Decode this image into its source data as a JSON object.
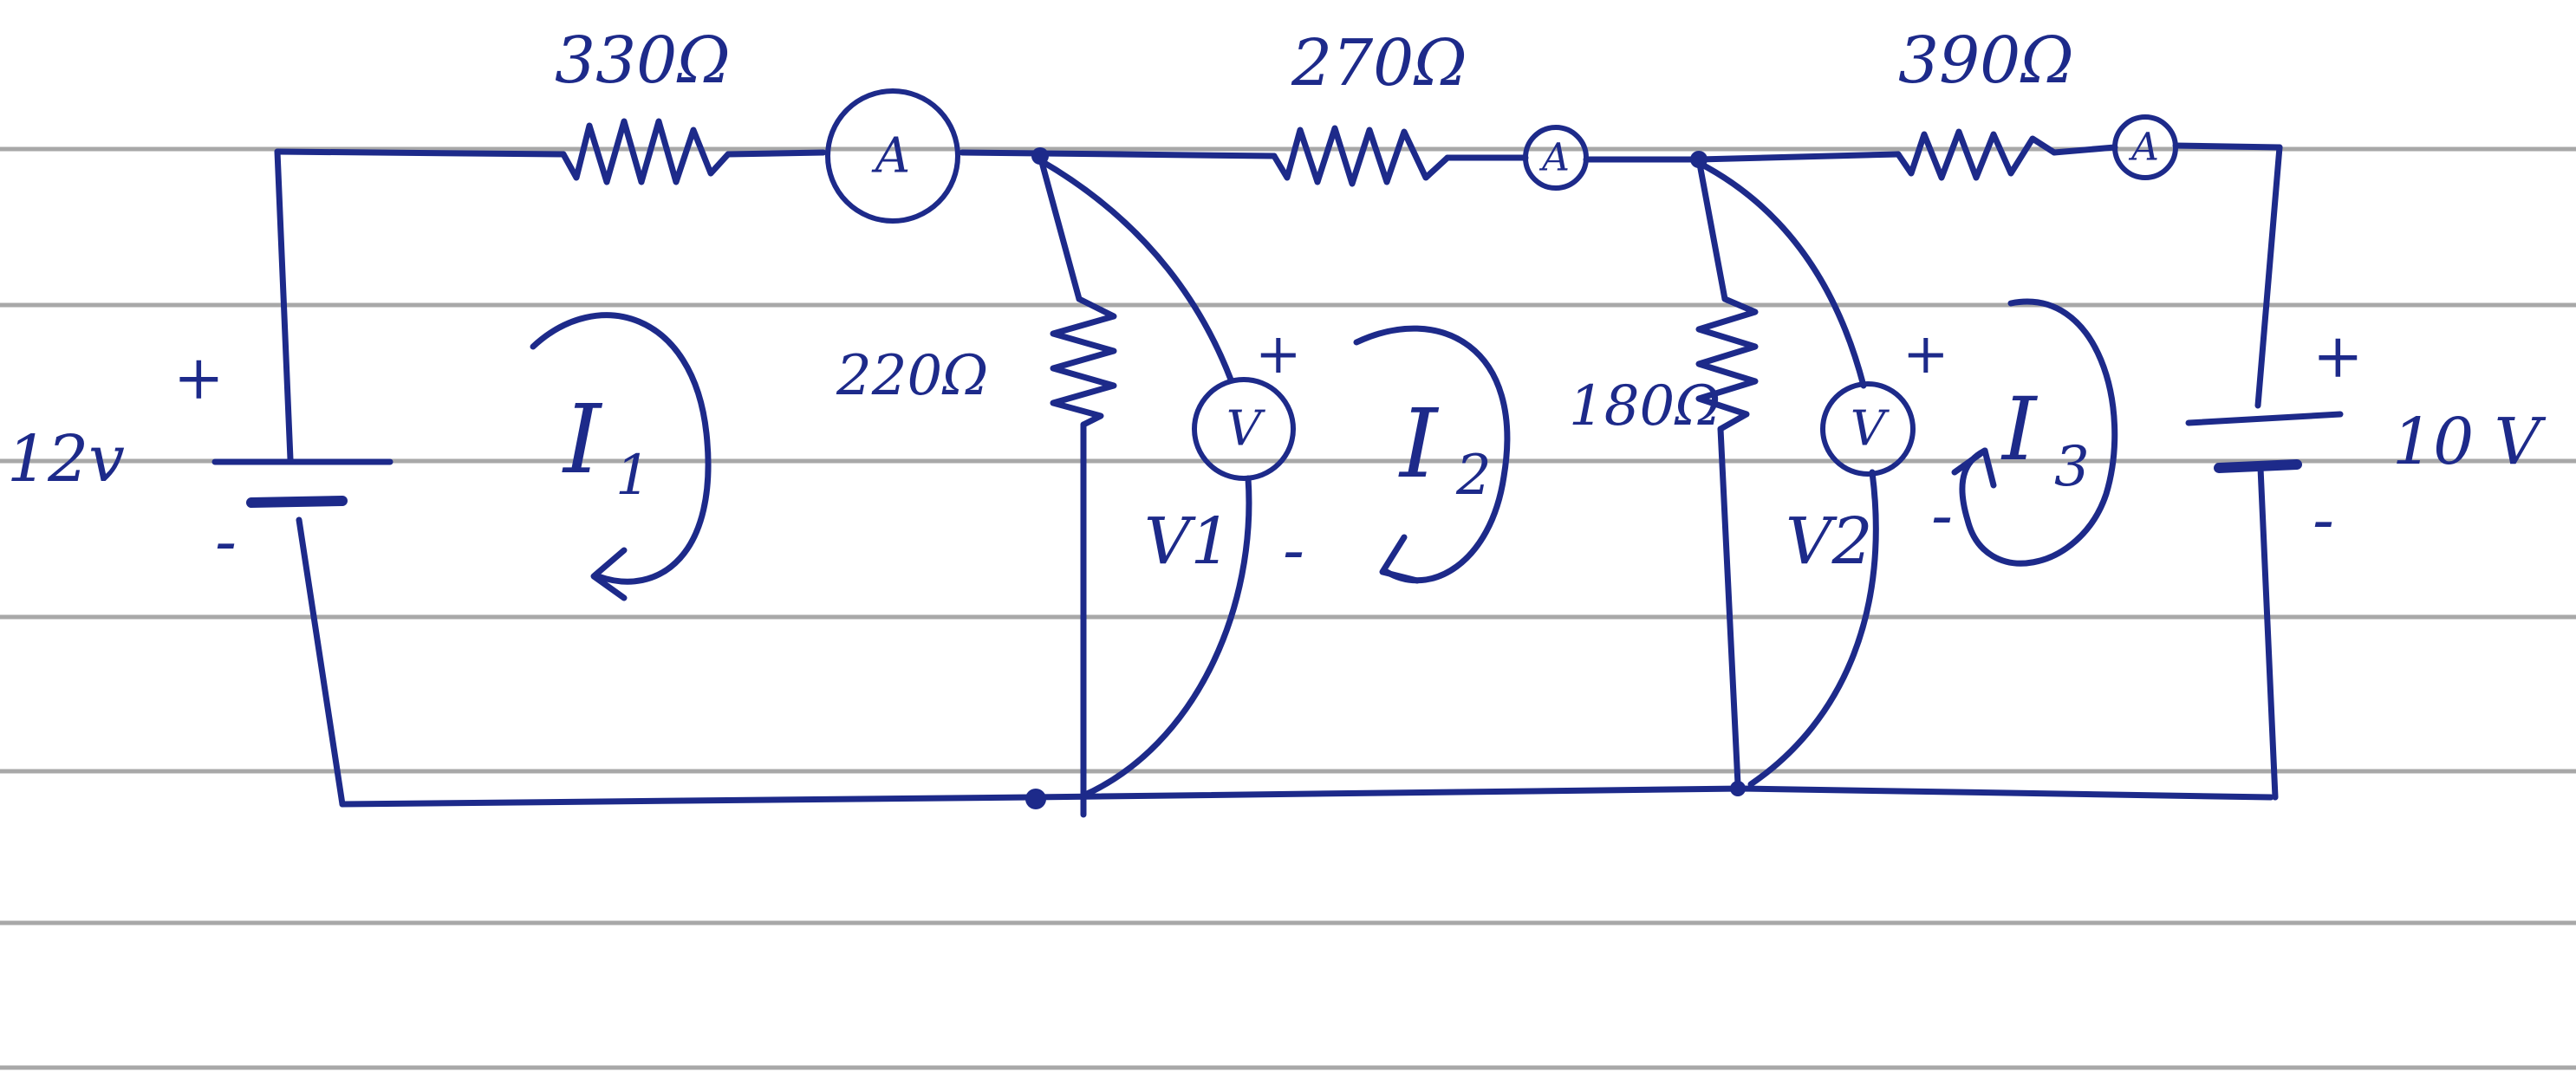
{
  "ink_color": "#1d2a8a",
  "paper_color": "#ffffff",
  "rule_color": "#8c8c8c",
  "sources": {
    "left": {
      "value": "12v",
      "plus": "+",
      "minus": "-"
    },
    "right": {
      "value": "10 V",
      "plus": "+",
      "minus": "-"
    }
  },
  "resistors": {
    "r1": "330Ω",
    "r2": "270Ω",
    "r3": "390Ω",
    "r4": "220Ω",
    "r5": "180Ω"
  },
  "meters": {
    "ammeter_symbol": "A",
    "voltmeter_symbol": "V",
    "plus": "+",
    "minus": "-"
  },
  "voltages": {
    "v1": "V1",
    "v2": "V2"
  },
  "loops": {
    "i1": {
      "letter": "I",
      "sub": "1"
    },
    "i2": {
      "letter": "I",
      "sub": "2"
    },
    "i3": {
      "letter": "I",
      "sub": "3"
    }
  }
}
